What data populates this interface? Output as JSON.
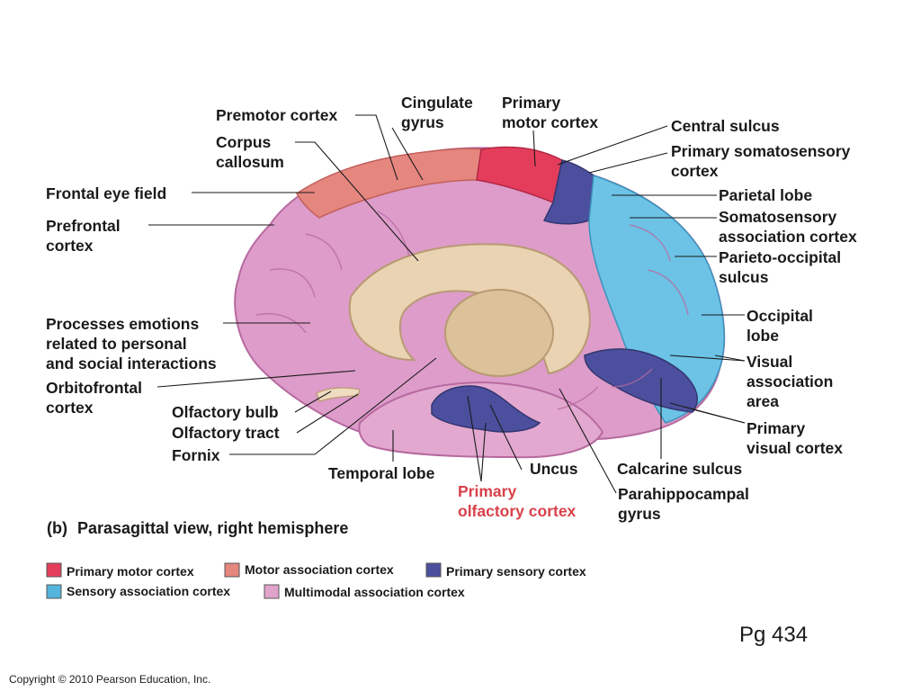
{
  "labels": {
    "cingulate_gyrus": [
      "Cingulate",
      "gyrus"
    ],
    "primary_motor_cortex": [
      "Primary",
      "motor cortex"
    ],
    "premotor_cortex": [
      "Premotor cortex"
    ],
    "corpus_callosum": [
      "Corpus",
      "callosum"
    ],
    "central_sulcus": [
      "Central sulcus"
    ],
    "primary_somatosensory_cortex": [
      "Primary somatosensory",
      "cortex"
    ],
    "frontal_eye_field": [
      "Frontal eye field"
    ],
    "parietal_lobe": [
      "Parietal lobe"
    ],
    "prefrontal_cortex": [
      "Prefrontal",
      "cortex"
    ],
    "somatosensory_association_cortex": [
      "Somatosensory",
      "association cortex"
    ],
    "parieto_occipital_sulcus": [
      "Parieto-occipital",
      "sulcus"
    ],
    "processes_emotions": [
      "Processes emotions",
      "related to personal",
      "and social interactions"
    ],
    "occipital_lobe": [
      "Occipital",
      "lobe"
    ],
    "visual_association_area": [
      "Visual",
      "association",
      "area"
    ],
    "orbitofrontal_cortex": [
      "Orbitofrontal",
      "cortex"
    ],
    "olfactory_bulb": [
      "Olfactory bulb"
    ],
    "olfactory_tract": [
      "Olfactory tract"
    ],
    "primary_visual_cortex": [
      "Primary",
      "visual cortex"
    ],
    "fornix": [
      "Fornix"
    ],
    "uncus": [
      "Uncus"
    ],
    "calcarine_sulcus": [
      "Calcarine sulcus"
    ],
    "temporal_lobe": [
      "Temporal lobe"
    ],
    "primary_olfactory_cortex": [
      "Primary",
      "olfactory cortex"
    ],
    "parahippocampal_gyrus": [
      "Parahippocampal",
      "gyrus"
    ]
  },
  "caption": {
    "panel": "(b)",
    "text": "Parasagittal view, right hemisphere"
  },
  "legend": [
    {
      "label": "Primary motor cortex",
      "color": "#e43d5c"
    },
    {
      "label": "Motor association cortex",
      "color": "#e5867f"
    },
    {
      "label": "Primary sensory cortex",
      "color": "#4b4f9e"
    },
    {
      "label": "Sensory association cortex",
      "color": "#55b4dc"
    },
    {
      "label": "Multimodal association cortex",
      "color": "#e0a3cb"
    }
  ],
  "page_number": "Pg 434",
  "copyright": "Copyright © 2010 Pearson Education, Inc.",
  "colors": {
    "primary_motor": "#e43d5c",
    "motor_association": "#e5867f",
    "primary_sensory": "#4b4f9e",
    "sensory_association": "#55b4dc",
    "multimodal": "#e0a3cb",
    "corpus_callosum": "#e9d3b2",
    "highlight_label": "#d8414a"
  }
}
